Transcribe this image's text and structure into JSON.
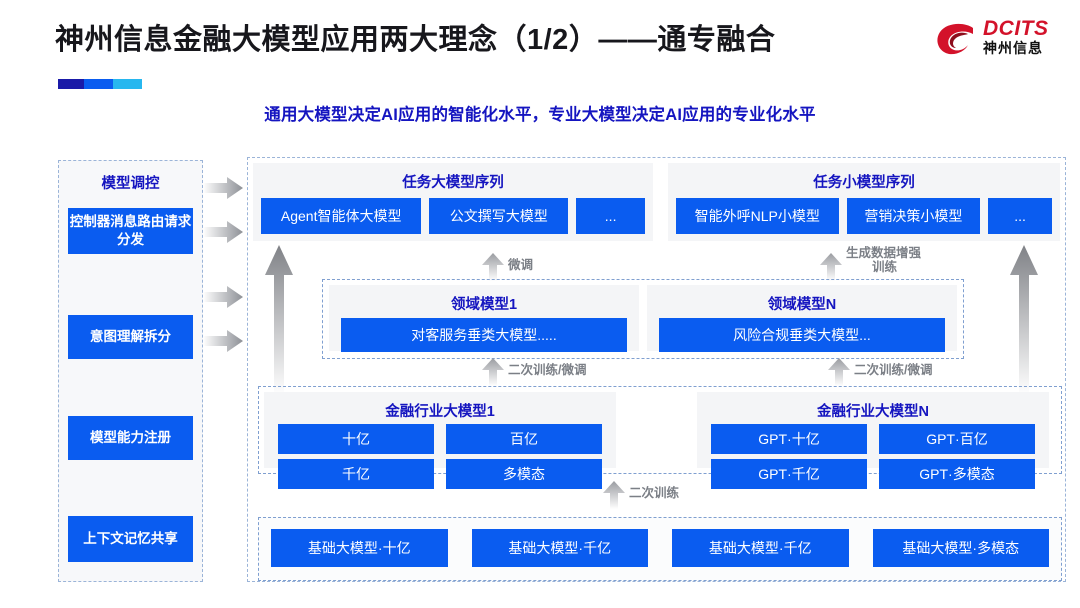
{
  "header": {
    "title": "神州信息金融大模型应用两大理念（1/2）——通专融合",
    "subtitle": "通用大模型决定AI应用的智能化水平，专业大模型决定AI应用的专业化水平",
    "logo": {
      "en": "DCITS",
      "cn": "神州信息",
      "color": "#d3122a"
    }
  },
  "colors": {
    "chip_blue": "#0a5cf0",
    "heading_blue": "#1515c0",
    "panel_grey": "#f4f5f7",
    "dashed_border": "#9bb4d8",
    "arrow_grey": "#a7a9ac"
  },
  "left_panel": {
    "title": "模型调控",
    "items": [
      {
        "label": "控制器消息路由请求分发"
      },
      {
        "label": "意图理解拆分"
      },
      {
        "label": "模型能力注册"
      },
      {
        "label": "上下文记忆共享"
      }
    ]
  },
  "task_big": {
    "title": "任务大模型序列",
    "chips": [
      "Agent智能体大模型",
      "公文撰写大模型",
      "..."
    ]
  },
  "task_small": {
    "title": "任务小模型序列",
    "chips": [
      "智能外呼NLP小模型",
      "营销决策小模型",
      "..."
    ]
  },
  "domain_models": [
    {
      "title": "领域模型1",
      "chip": "对客服务垂类大模型....."
    },
    {
      "title": "领域模型N",
      "chip": "风险合规垂类大模型..."
    }
  ],
  "industry_models": [
    {
      "title": "金融行业大模型1",
      "chips": [
        "十亿",
        "百亿",
        "千亿",
        "多模态"
      ]
    },
    {
      "title": "金融行业大模型N",
      "chips": [
        "GPT·十亿",
        "GPT·百亿",
        "GPT·千亿",
        "GPT·多模态"
      ]
    }
  ],
  "base_models": {
    "chips": [
      "基础大模型·十亿",
      "基础大模型·千亿",
      "基础大模型·千亿",
      "基础大模型·多模态"
    ]
  },
  "arrow_labels": {
    "fine_tune": "微调",
    "data_aug_1": "生成数据增强",
    "data_aug_2": "训练",
    "retrain_tune_left": "二次训练/微调",
    "retrain_tune_right": "二次训练/微调",
    "retrain": "二次训练"
  }
}
